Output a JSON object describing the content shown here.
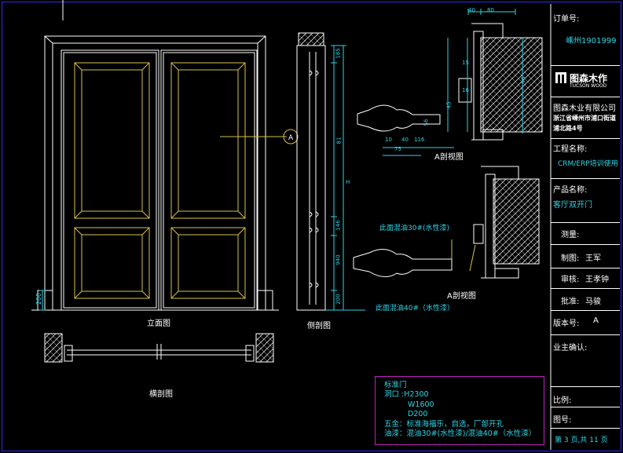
{
  "labels": {
    "elevation": "立面图",
    "side_section": "侧剖图",
    "cross_section": "横剖图",
    "section_a_top": "A剖视图",
    "section_a_bottom": "A剖视图",
    "finish_note_1": "此面混油30#(水性漆)",
    "finish_note_2": "此面混油40#（水性漆）"
  },
  "dimensions": {
    "elevation_base": "200",
    "side_1": "185",
    "side_2": "81",
    "side_3": "146",
    "side_4": "940",
    "side_5": "200",
    "side_total": "H",
    "top_a": "40",
    "top_b": "80",
    "detail_1": "15",
    "detail_2": "16",
    "detail_3": "96",
    "detail_4": "116",
    "detail_5": "75",
    "detail_6": "40",
    "detail_7": "10",
    "detail_8": "56",
    "detail_9": "45"
  },
  "spec_box": {
    "line1": "标准门",
    "line2": "洞口 :H2300",
    "line3": "W1600",
    "line4": "D200",
    "line5": "五金：标准海福乐，自选，厂部开孔",
    "line6": "油漆：混油30#(水性漆)/混油40#（水性漆）"
  },
  "title_block": {
    "order_label": "订单号:",
    "order_value": "嵊州1901999",
    "logo_cn": "图森木作",
    "logo_en": "TUCSON WOOD",
    "company": "图森木业有限公司",
    "address_1": "浙江省嵊州市浦口街道",
    "address_2": "浦北路4号",
    "project_label": "工程名称:",
    "project_value": "CRM/ERP培训使用",
    "product_label": "产品名称:",
    "product_value": "客厅双开门",
    "measure_label": "测量:",
    "drafter_label": "制图:",
    "drafter_value": "王军",
    "review_label": "审核:",
    "review_value": "王孝钟",
    "approve_label": "批准:",
    "approve_value": "马骏",
    "version_label": "版本号:",
    "version_value": "A",
    "owner_label": "业主确认:",
    "scale_label": "比例:",
    "drawing_no_label": "图号:",
    "page_prefix": "第",
    "page_current": "3",
    "page_mid": "页,共",
    "page_total": "11",
    "page_suffix": "页"
  },
  "colors": {
    "background": "#000000",
    "line_white": "#ffffff",
    "line_yellow": "#d8c24a",
    "dim_cyan": "#2fd4e6",
    "border_blue": "#2a2aff",
    "frame_magenta": "#c020c0"
  }
}
